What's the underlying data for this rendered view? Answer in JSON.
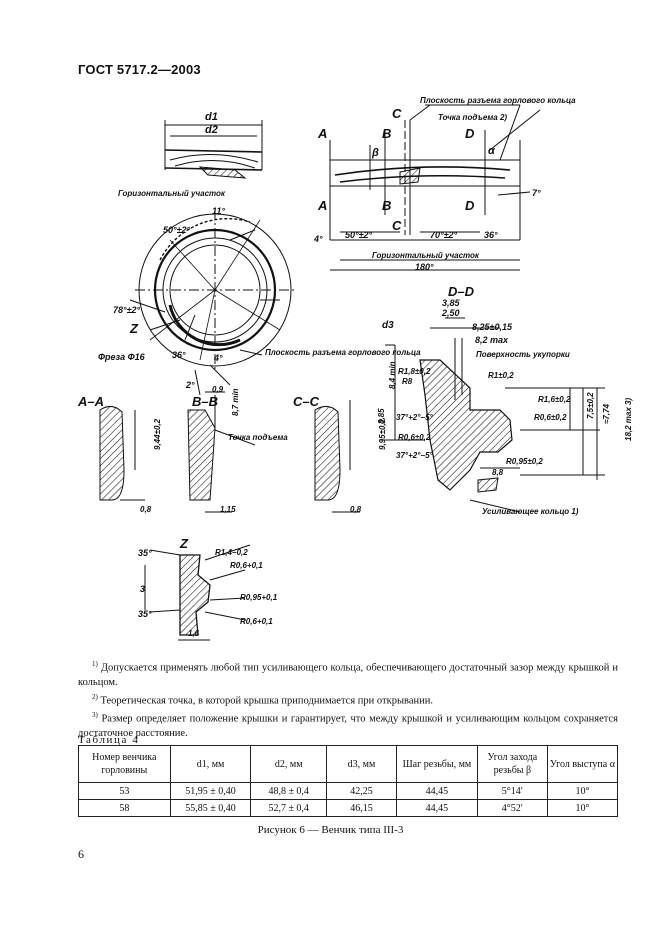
{
  "header": {
    "title": "ГОСТ 5717.2—2003"
  },
  "drawing": {
    "top_left": {
      "d1": "d1",
      "d2": "d2",
      "horizontal_segment": "Горизонтальный участок",
      "angle_11": "11°",
      "angle_50": "50°±2°",
      "angle_78": "78°±2°",
      "z": "Z",
      "mill": "Фреза Ф16",
      "angle_36": "36°",
      "angle_2": "2°",
      "angle_4": "4°",
      "split_plane": "Плоскость разъема горлового кольца"
    },
    "top_right": {
      "split_plane": "Плоскость разъема горлового кольца",
      "lift_point": "Точка подъема 2)",
      "a": "A",
      "b": "B",
      "c": "C",
      "d": "D",
      "beta": "β",
      "alpha": "α",
      "angle_7": "7°",
      "angle_4": "4°",
      "angle_50": "50°±2°",
      "angle_70": "70°±2°",
      "angle_36": "36°",
      "horizontal_segment": "Горизонтальный участок",
      "angle_180": "180°"
    },
    "dd": {
      "title": "D–D",
      "v385": "3,85",
      "v250": "2,50",
      "d3": "d3",
      "v825": "8,25±0,15",
      "v82max": "8,2 max",
      "surface": "Поверхность укупорки",
      "r1": "R1±0,2",
      "r18": "R1,8±0,2",
      "r8": "R8",
      "v84": "8,4 min",
      "v885": "8,85",
      "r16": "R1,6±0,2",
      "r06": "R0,6±0,2",
      "r06b": "R0,6±0,2",
      "r095": "R0,95±0,2",
      "a37a": "37°+2°−5°",
      "a37b": "37°+2°−5°",
      "v75": "7,5±0,2",
      "v774": "≈7,74",
      "v182": "18,2 max 3)",
      "v88": "8,8",
      "reinf_ring": "Усиливающее кольцо 1)"
    },
    "aa": {
      "title": "A–A",
      "v944": "9,44±0,2",
      "v08": "0,8"
    },
    "bb": {
      "title": "B–B",
      "v09": "0,9",
      "v87": "8,7 min",
      "lift_point": "Точка подъема",
      "v115": "1,15"
    },
    "cc": {
      "title": "C–C",
      "v995": "9,95±0,2",
      "v08": "0,8"
    },
    "z": {
      "title": "Z",
      "a35a": "35°",
      "a35b": "35°",
      "r14": "R1,4−0,2",
      "r06a": "R0,6+0,1",
      "r095": "R0,95+0,1",
      "r06b": "R0,6+0,1",
      "v3": "3",
      "v16": "1,6"
    }
  },
  "notes": [
    {
      "mark": "1)",
      "text": "Допускается применять любой тип усиливающего кольца, обеспечивающего достаточный зазор между крышкой и кольцом."
    },
    {
      "mark": "2)",
      "text": "Теоретическая точка, в которой крышка приподнимается при открывании."
    },
    {
      "mark": "3)",
      "text": "Размер определяет положение крышки и гарантирует, что между крышкой и усиливающим кольцом сохраняется достаточное расстояние."
    }
  ],
  "table": {
    "caption": "Таблица 4",
    "headers": [
      "Номер венчика горловины",
      "d1, мм",
      "d2, мм",
      "d3, мм",
      "Шаг резьбы, мм",
      "Угол захода резьбы β",
      "Угол выступа α"
    ],
    "rows": [
      [
        "53",
        "51,95 ± 0,40",
        "48,8 ± 0,4",
        "42,25",
        "44,45",
        "5°14′",
        "10°"
      ],
      [
        "58",
        "55,85 ± 0,40",
        "52,7 ± 0,4",
        "46,15",
        "44,45",
        "4°52′",
        "10°"
      ]
    ]
  },
  "figure_caption": "Рисунок 6 — Венчик типа III-3",
  "page_number": "6"
}
